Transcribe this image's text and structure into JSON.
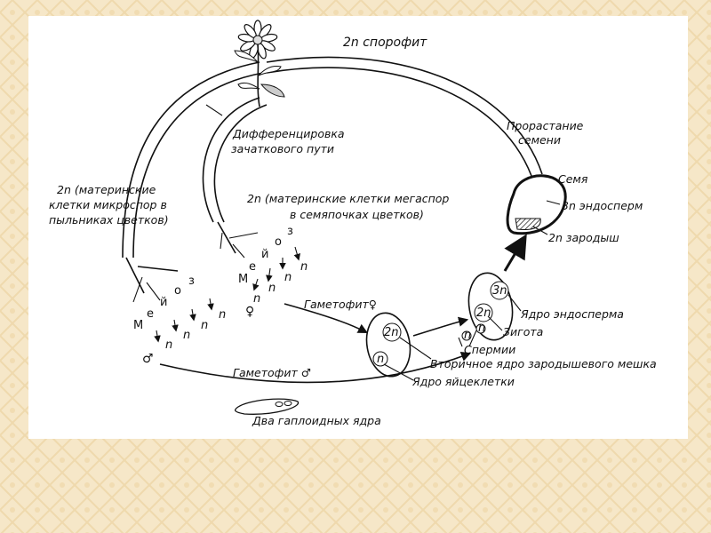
{
  "labels": {
    "sporophyte": "2n  спорофит",
    "differentiation_1": "Дифференцировка",
    "differentiation_2": "зачаткового пути",
    "germination_1": "Прорастание",
    "germination_2": "семени",
    "seed": "Семя",
    "endosperm_3n": "3n эндосперм",
    "embryo_2n": "2n зародыш",
    "micro_mother_1": "2n (материнские",
    "micro_mother_2": "клетки микроспор в",
    "micro_mother_3": "пыльниках цветков)",
    "mega_mother_1": "2n (материнские клетки мегаспор",
    "mega_mother_2": "в семяпочках цветков)",
    "meiosis_letters": [
      "М",
      "е",
      "й",
      "о",
      "з"
    ],
    "meiosis_letters_2": [
      "М",
      "е",
      "й",
      "о",
      "з"
    ],
    "haploid": "n",
    "female_sign": "♀",
    "male_sign": "♂",
    "gametophyte_female": "Гаметофит♀",
    "gametophyte_male": "Гаметофит ♂",
    "two_n": "2n",
    "one_n": "n",
    "three_n": "3n",
    "endosperm_nucleus": "Ядро эндосперма",
    "zygote": "Зигота",
    "sperm": "Спермии",
    "secondary_nucleus": "Вторичное ядро зародышевого мешка",
    "egg_nucleus": "Ядро яйцеклетки",
    "two_haploid_nuclei": "Два гаплоидных ядра"
  },
  "colors": {
    "slide_background": "#f6e7c8",
    "panel": "#ffffff",
    "ink": "#111111"
  },
  "icons": [
    "flower-icon",
    "female-symbol-icon",
    "male-symbol-icon",
    "pollen-grain-icon",
    "seed-icon"
  ]
}
